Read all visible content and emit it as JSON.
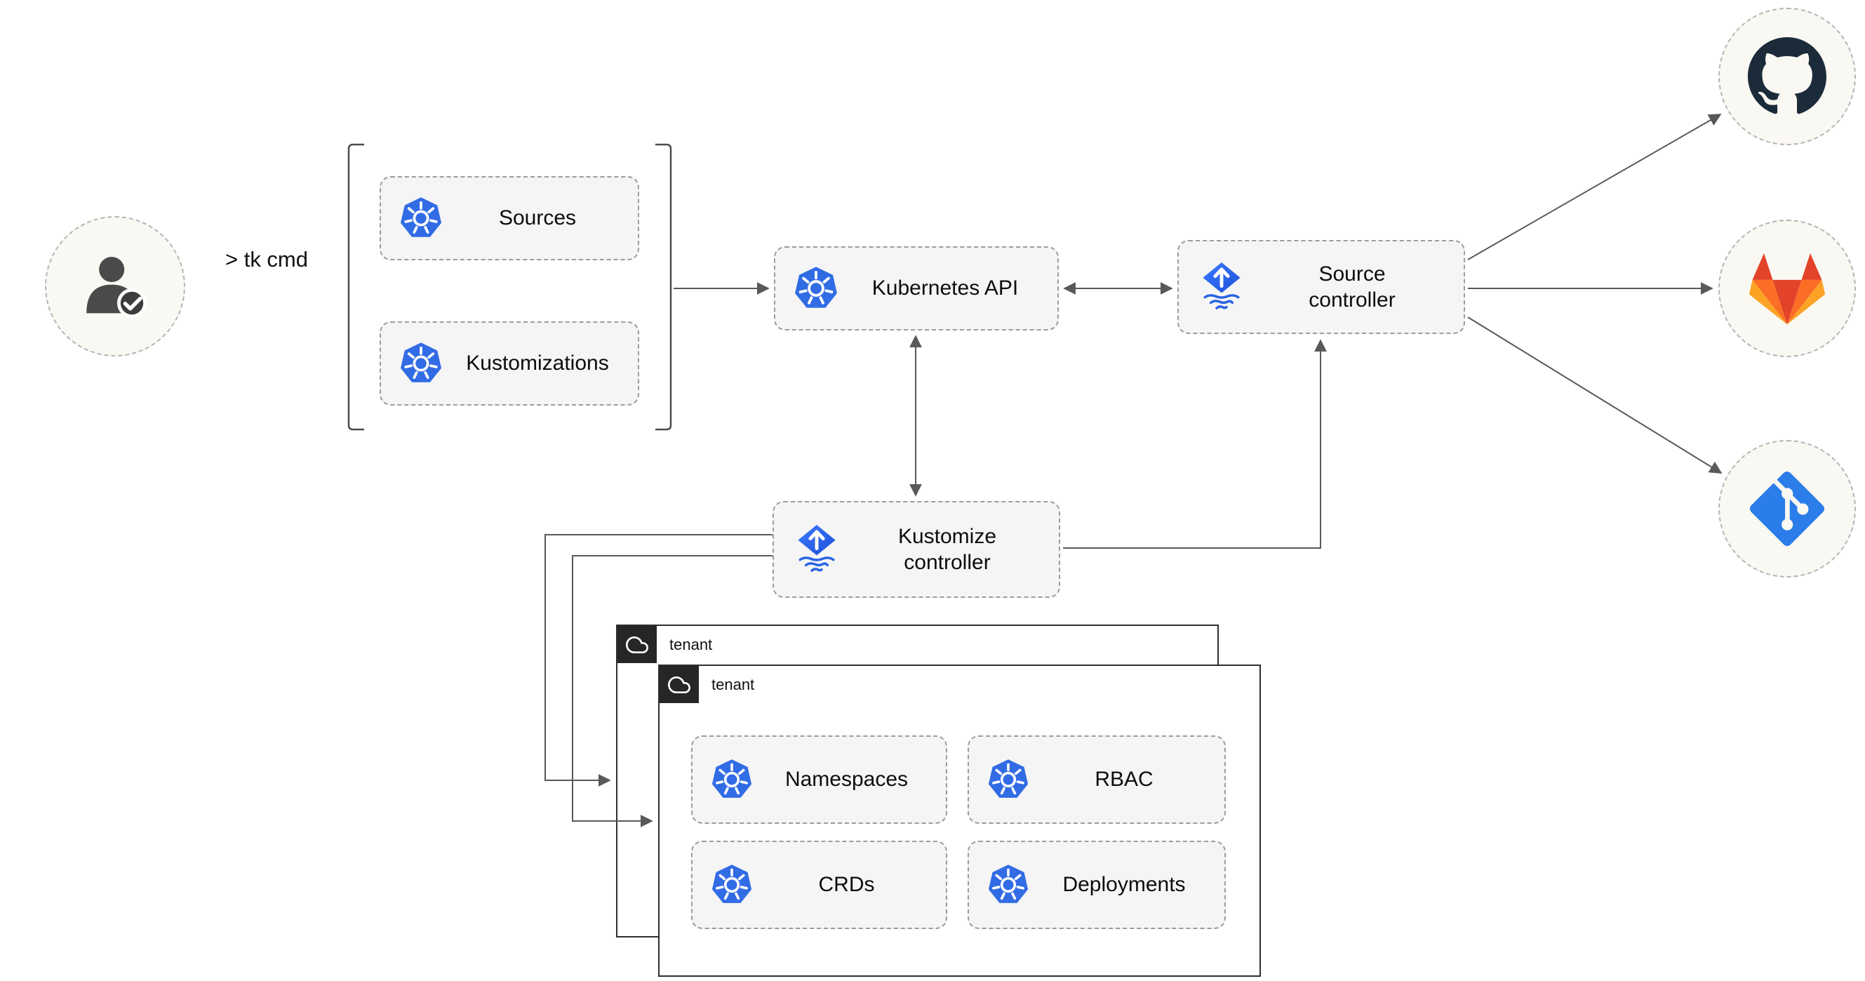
{
  "cli": {
    "command": "> tk cmd"
  },
  "crd_group": {
    "sources_label": "Sources",
    "kustomizations_label": "Kustomizations"
  },
  "nodes": {
    "kubernetes_api": "Kubernetes API",
    "source_controller": "Source controller",
    "kustomize_controller": "Kustomize controller"
  },
  "tenants": {
    "back": {
      "label": "tenant"
    },
    "front": {
      "label": "tenant",
      "resources": {
        "namespaces": "Namespaces",
        "rbac": "RBAC",
        "crds": "CRDs",
        "deployments": "Deployments"
      }
    }
  },
  "providers": {
    "github_icon": "github-octocat-logo",
    "gitlab_icon": "gitlab-tanuki-logo",
    "git_icon": "git-scm-logo"
  },
  "icons": {
    "user": "user-with-checkmark-icon",
    "kubernetes": "kubernetes-wheel-icon",
    "flux": "flux-diamond-up-arrow-icon",
    "cloud": "cloud-icon"
  },
  "colors": {
    "kubernetes_blue": "#326ce5",
    "flux_blue": "#2b64e5",
    "github_dark": "#1c2b3a",
    "gitlab_orange": "#fc6d26",
    "gitlab_red": "#e24329",
    "gitlab_amber": "#fca326",
    "git_blue": "#2b7de9",
    "arrow_gray": "#595959",
    "node_fill": "#f5f5f5",
    "circle_fill": "#faf8f3",
    "tenant_header_dark": "#262626"
  }
}
